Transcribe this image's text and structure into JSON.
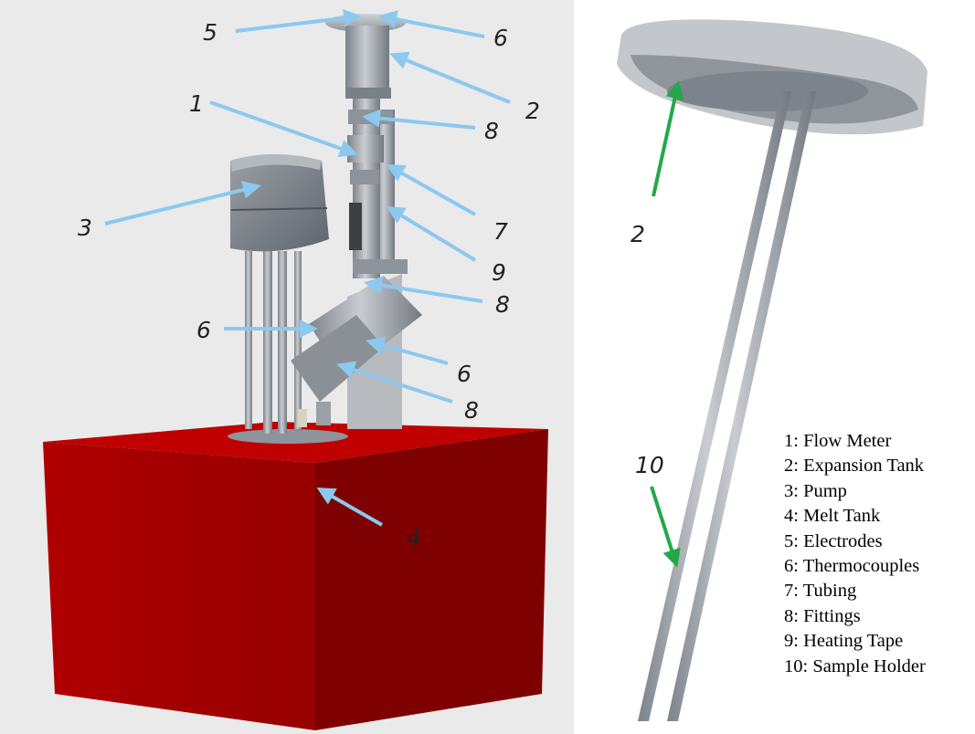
{
  "callouts": {
    "c5": "5",
    "c6_top": "6",
    "c2": "2",
    "c1": "1",
    "c8_a": "8",
    "c3": "3",
    "c7": "7",
    "c9": "9",
    "c8_b": "8",
    "c6_mid_left": "6",
    "c6_mid_right": "6",
    "c8_c": "8",
    "c4": "4",
    "c2_right": "2",
    "c10": "10"
  },
  "legend": {
    "items": [
      "1: Flow Meter",
      "2: Expansion Tank",
      "3: Pump",
      "4: Melt Tank",
      "5: Electrodes",
      "6: Thermocouples",
      "7: Tubing",
      "8: Fittings",
      "9: Heating Tape",
      "10: Sample Holder"
    ]
  },
  "colors": {
    "callout_arrow_left": "#8cc8ef",
    "callout_arrow_right": "#22a84a",
    "tank_red": "#a80000",
    "metal_gray": "#9ea3a9"
  }
}
